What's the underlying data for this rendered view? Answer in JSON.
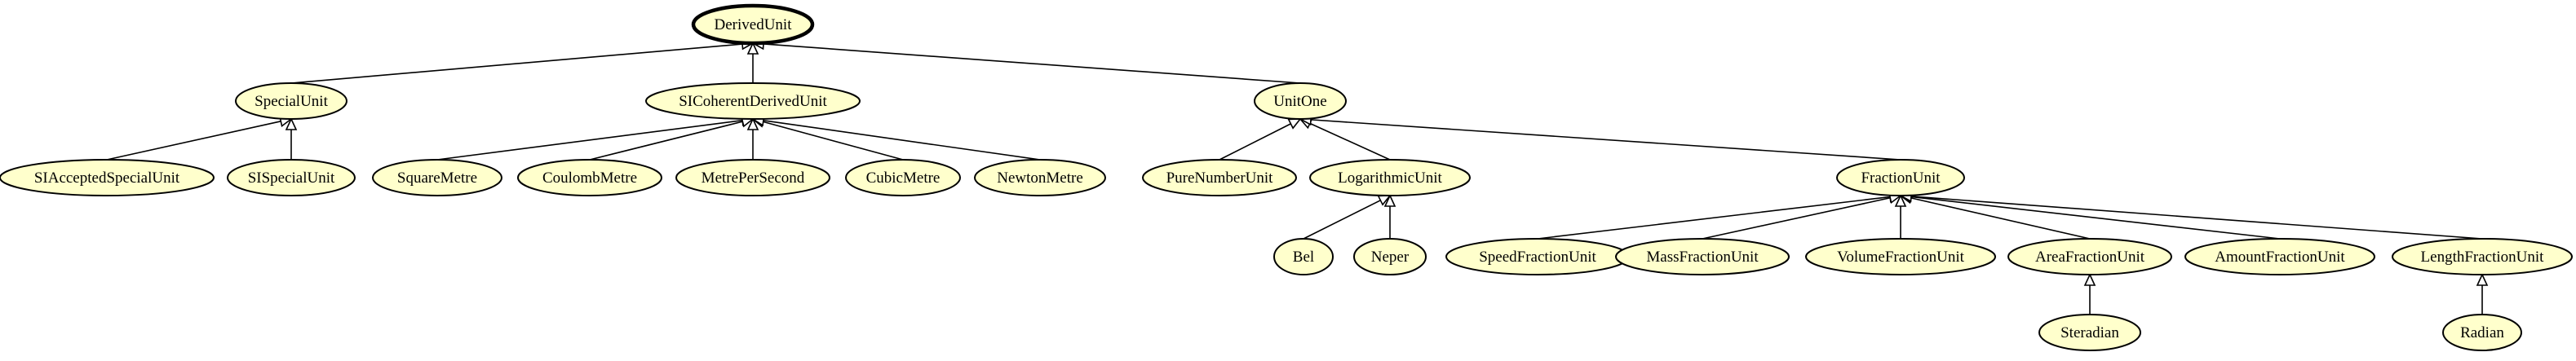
{
  "diagram": {
    "type": "class-hierarchy",
    "colors": {
      "node_fill": "#ffffcc",
      "stroke": "#000000",
      "background": "#ffffff"
    },
    "nodes": [
      {
        "id": "derived-unit",
        "label": "DerivedUnit",
        "root": true
      },
      {
        "id": "special-unit",
        "label": "SpecialUnit"
      },
      {
        "id": "si-coherent-derived-unit",
        "label": "SICoherentDerivedUnit"
      },
      {
        "id": "unit-one",
        "label": "UnitOne"
      },
      {
        "id": "si-accepted-special-unit",
        "label": "SIAcceptedSpecialUnit"
      },
      {
        "id": "si-special-unit",
        "label": "SISpecialUnit"
      },
      {
        "id": "square-metre",
        "label": "SquareMetre"
      },
      {
        "id": "coulomb-metre",
        "label": "CoulombMetre"
      },
      {
        "id": "metre-per-second",
        "label": "MetrePerSecond"
      },
      {
        "id": "cubic-metre",
        "label": "CubicMetre"
      },
      {
        "id": "newton-metre",
        "label": "NewtonMetre"
      },
      {
        "id": "pure-number-unit",
        "label": "PureNumberUnit"
      },
      {
        "id": "logarithmic-unit",
        "label": "LogarithmicUnit"
      },
      {
        "id": "fraction-unit",
        "label": "FractionUnit"
      },
      {
        "id": "bel",
        "label": "Bel"
      },
      {
        "id": "neper",
        "label": "Neper"
      },
      {
        "id": "speed-fraction-unit",
        "label": "SpeedFractionUnit"
      },
      {
        "id": "mass-fraction-unit",
        "label": "MassFractionUnit"
      },
      {
        "id": "volume-fraction-unit",
        "label": "VolumeFractionUnit"
      },
      {
        "id": "area-fraction-unit",
        "label": "AreaFractionUnit"
      },
      {
        "id": "amount-fraction-unit",
        "label": "AmountFractionUnit"
      },
      {
        "id": "length-fraction-unit",
        "label": "LengthFractionUnit"
      },
      {
        "id": "steradian",
        "label": "Steradian"
      },
      {
        "id": "radian",
        "label": "Radian"
      }
    ],
    "edges": [
      {
        "from": "special-unit",
        "to": "derived-unit"
      },
      {
        "from": "si-coherent-derived-unit",
        "to": "derived-unit"
      },
      {
        "from": "unit-one",
        "to": "derived-unit"
      },
      {
        "from": "si-accepted-special-unit",
        "to": "special-unit"
      },
      {
        "from": "si-special-unit",
        "to": "special-unit"
      },
      {
        "from": "square-metre",
        "to": "si-coherent-derived-unit"
      },
      {
        "from": "coulomb-metre",
        "to": "si-coherent-derived-unit"
      },
      {
        "from": "metre-per-second",
        "to": "si-coherent-derived-unit"
      },
      {
        "from": "cubic-metre",
        "to": "si-coherent-derived-unit"
      },
      {
        "from": "newton-metre",
        "to": "si-coherent-derived-unit"
      },
      {
        "from": "pure-number-unit",
        "to": "unit-one"
      },
      {
        "from": "logarithmic-unit",
        "to": "unit-one"
      },
      {
        "from": "fraction-unit",
        "to": "unit-one"
      },
      {
        "from": "bel",
        "to": "logarithmic-unit"
      },
      {
        "from": "neper",
        "to": "logarithmic-unit"
      },
      {
        "from": "speed-fraction-unit",
        "to": "fraction-unit"
      },
      {
        "from": "mass-fraction-unit",
        "to": "fraction-unit"
      },
      {
        "from": "volume-fraction-unit",
        "to": "fraction-unit"
      },
      {
        "from": "area-fraction-unit",
        "to": "fraction-unit"
      },
      {
        "from": "amount-fraction-unit",
        "to": "fraction-unit"
      },
      {
        "from": "length-fraction-unit",
        "to": "fraction-unit"
      },
      {
        "from": "steradian",
        "to": "area-fraction-unit"
      },
      {
        "from": "radian",
        "to": "length-fraction-unit"
      }
    ]
  }
}
